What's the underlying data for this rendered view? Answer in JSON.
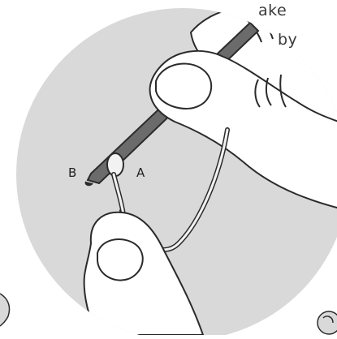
{
  "caption": {
    "line1": "ake",
    "line2": "by"
  },
  "labels": {
    "a": "A",
    "b": "B"
  },
  "colors": {
    "circle_bg": "#d9d9d9",
    "outline": "#2b2b2b",
    "tool": "#6b6b6b",
    "skin": "#ffffff",
    "thread": "#f2f2f2"
  }
}
